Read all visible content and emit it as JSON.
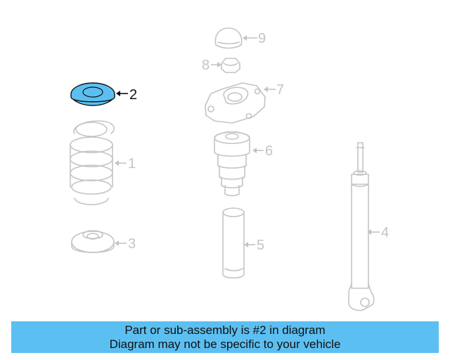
{
  "callouts": {
    "c1": "1",
    "c2": "2",
    "c3": "3",
    "c4": "4",
    "c5": "5",
    "c6": "6",
    "c7": "7",
    "c8": "8",
    "c9": "9"
  },
  "highlight_color": "#5cbff1",
  "highlighted_part": "2",
  "banner": {
    "line1": "Part or sub-assembly is #2 in diagram",
    "line2": "Diagram may not be specific to your vehicle"
  }
}
